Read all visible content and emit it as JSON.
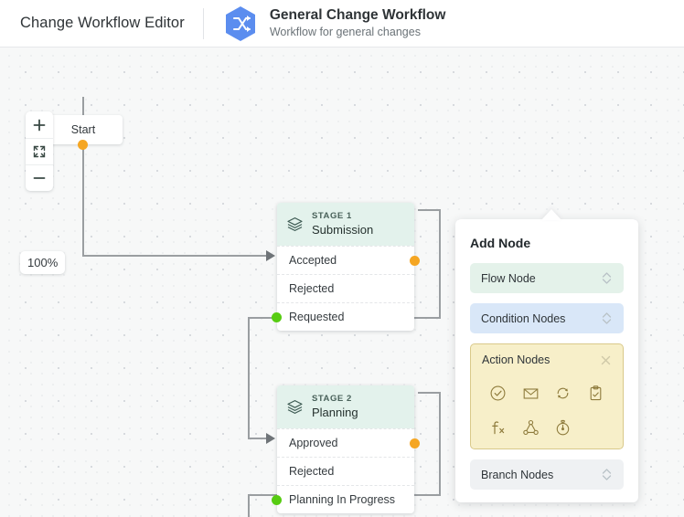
{
  "header": {
    "editor_title": "Change Workflow Editor",
    "badge_icon": "shuffle-icon",
    "badge_color": "#5b8def",
    "workflow_name": "General Change Workflow",
    "workflow_subtitle": "Workflow for general changes"
  },
  "canvas": {
    "zoom_controls": {
      "zoom_in_icon": "plus-icon",
      "fit_icon": "fit-screen-icon",
      "zoom_out_icon": "minus-icon",
      "zoom_level": "100%"
    },
    "start_node": {
      "label": "Start",
      "out_port_color": "#f5a623"
    },
    "stages": [
      {
        "icon": "layers-icon",
        "label": "STAGE 1",
        "title": "Submission",
        "header_color": "#e3f2ec",
        "rows": [
          {
            "label": "Accepted",
            "port": "out",
            "port_color": "#f5a623"
          },
          {
            "label": "Rejected",
            "port": "none"
          },
          {
            "label": "Requested",
            "port": "in",
            "port_color": "#57cc12"
          }
        ]
      },
      {
        "icon": "layers-icon",
        "label": "STAGE 2",
        "title": "Planning",
        "header_color": "#e3f2ec",
        "rows": [
          {
            "label": "Approved",
            "port": "out",
            "port_color": "#f5a623"
          },
          {
            "label": "Rejected",
            "port": "none"
          },
          {
            "label": "Planning In Progress",
            "port": "in",
            "port_color": "#57cc12"
          }
        ]
      }
    ],
    "edge_color": "#9a9ea1"
  },
  "add_node_panel": {
    "title": "Add Node",
    "groups": [
      {
        "label": "Flow Node",
        "state": "collapsed",
        "bg": "#e4f2ea",
        "chevron_icon": "chevron-updown-icon"
      },
      {
        "label": "Condition Nodes",
        "state": "collapsed",
        "bg": "#d9e7f8",
        "chevron_icon": "chevron-updown-icon"
      },
      {
        "label": "Branch Nodes",
        "state": "collapsed",
        "bg": "#eff1f3",
        "chevron_icon": "chevron-updown-icon"
      }
    ],
    "action_group": {
      "label": "Action Nodes",
      "state": "expanded",
      "bg": "#f7efc9",
      "close_icon": "close-x-icon",
      "items": [
        {
          "icon": "check-circle-icon"
        },
        {
          "icon": "envelope-icon"
        },
        {
          "icon": "sync-refresh-icon"
        },
        {
          "icon": "clipboard-check-icon"
        },
        {
          "icon": "function-fx-icon"
        },
        {
          "icon": "network-share-icon"
        },
        {
          "icon": "stopwatch-timer-icon"
        }
      ]
    }
  }
}
